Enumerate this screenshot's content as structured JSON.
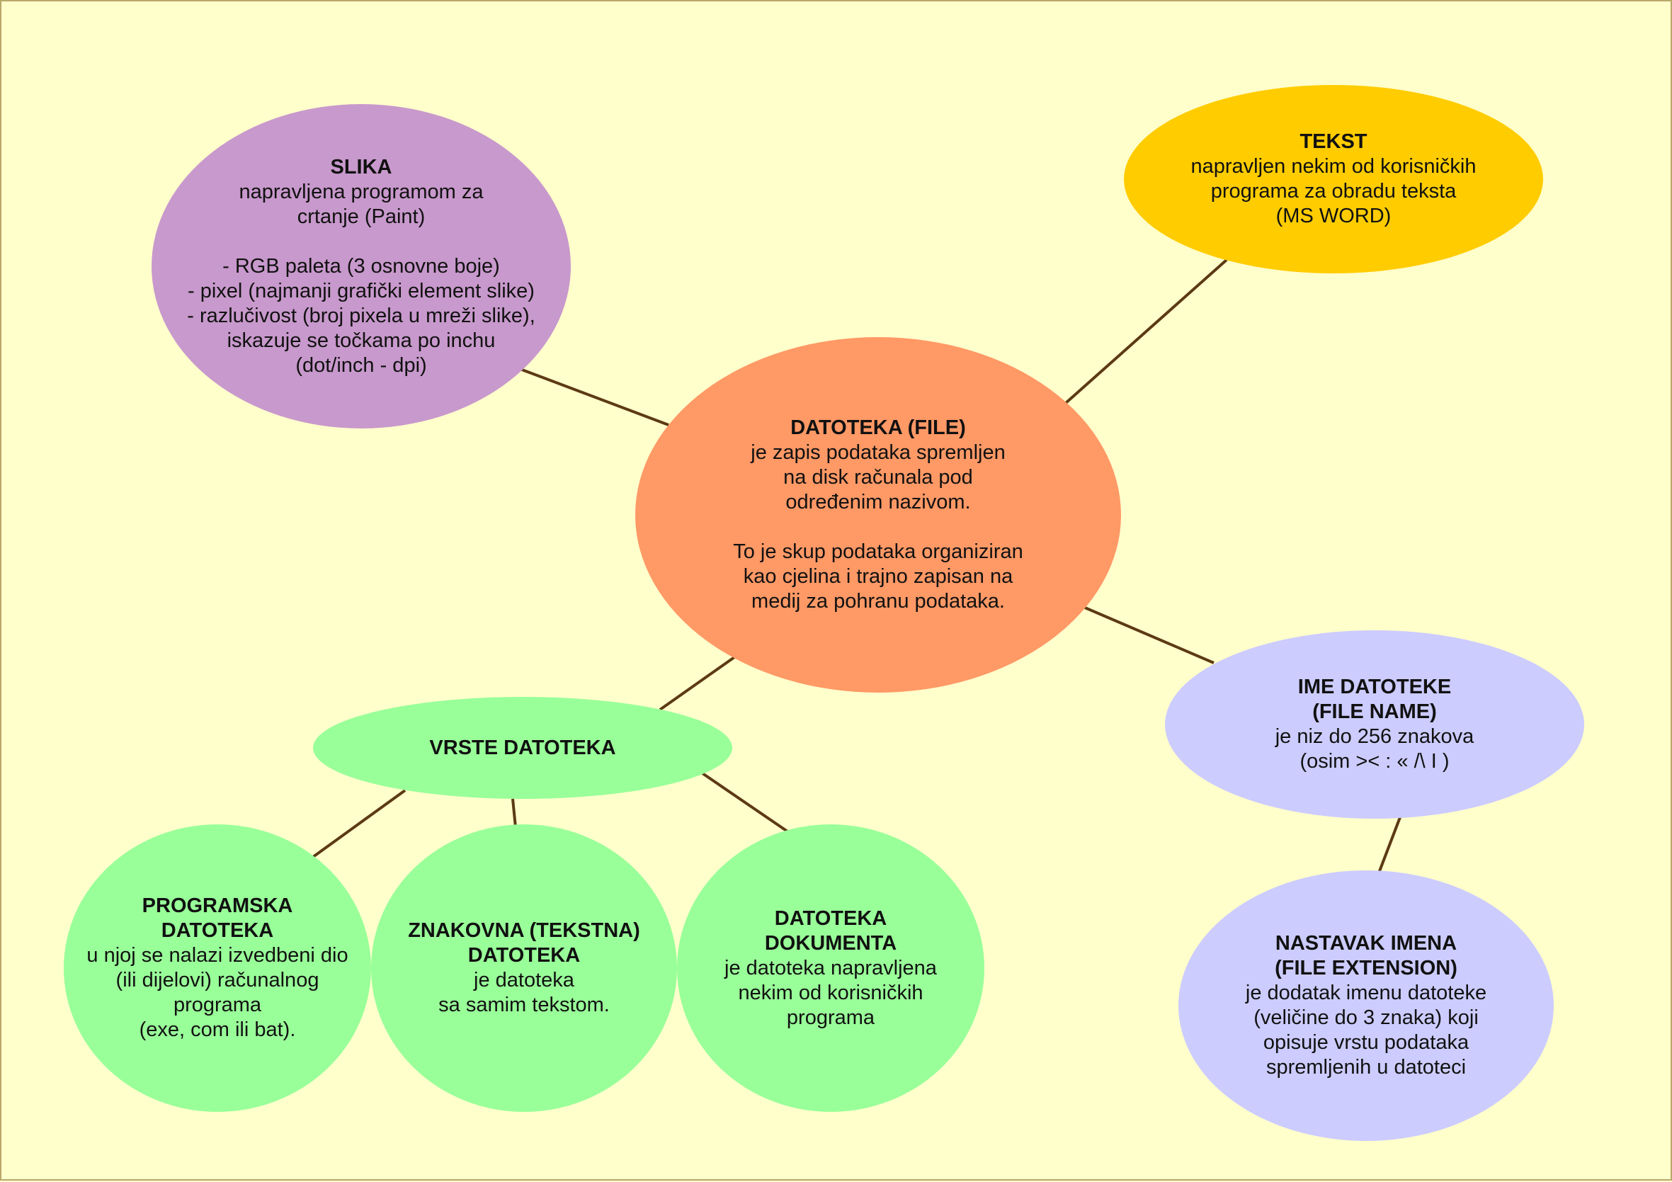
{
  "nodes": {
    "center": {
      "title": "DATOTEKA (FILE)",
      "body": "je zapis podataka spremljen\nna disk računala pod\nodređenim nazivom.",
      "body2": "To je skup podataka organiziran\nkao cjelina i trajno zapisan na\nmedij za pohranu podataka."
    },
    "slika": {
      "title": "SLIKA",
      "body": "napravljena programom za\ncrtanje (Paint)",
      "body2": "- RGB paleta (3 osnovne boje)\n- pixel (najmanji grafički element slike)\n- razlučivost (broj pixela u mreži slike),\niskazuje se točkama po inchu\n(dot/inch - dpi)"
    },
    "tekst": {
      "title": "TEKST",
      "body": "napravljen nekim od korisničkih\nprograma za obradu teksta\n(MS WORD)"
    },
    "ime": {
      "title": "IME DATOTEKE\n(FILE NAME)",
      "body": "je niz do 256 znakova\n(osim >< : « /\\ I )"
    },
    "ext": {
      "title": "NASTAVAK IMENA\n(FILE EXTENSION)",
      "body": "je dodatak imenu datoteke\n(veličine do 3 znaka) koji\nopisuje vrstu podataka\nspremljenih u datoteci"
    },
    "vrste": {
      "title": "VRSTE DATOTEKA"
    },
    "prog": {
      "title": "PROGRAMSKA\nDATOTEKA",
      "body": "u njoj se nalazi izvedbeni dio\n(ili dijelovi) računalnog\nprograma\n(exe, com ili bat)."
    },
    "znak": {
      "title": "ZNAKOVNA (TEKSTNA)\nDATOTEKA",
      "body": "je datoteka\nsa samim tekstom."
    },
    "dok": {
      "title": "DATOTEKA\nDOKUMENTA",
      "body": "je datoteka napravljena\nnekim od korisničkih\nprograma"
    }
  },
  "colors": {
    "background": "#FFFFCC",
    "connector": "#5C3A12",
    "center": "#FF9966",
    "slika": "#C899CC",
    "tekst": "#FFCC00",
    "ime": "#CCCCFF",
    "ext": "#CCCCFF",
    "vrste": "#99FF99",
    "types": "#99FF99"
  },
  "edges": [
    [
      "center",
      "slika"
    ],
    [
      "center",
      "tekst"
    ],
    [
      "center",
      "ime"
    ],
    [
      "ime",
      "ext"
    ],
    [
      "center",
      "vrste"
    ],
    [
      "vrste",
      "prog"
    ],
    [
      "vrste",
      "znak"
    ],
    [
      "vrste",
      "dok"
    ]
  ]
}
